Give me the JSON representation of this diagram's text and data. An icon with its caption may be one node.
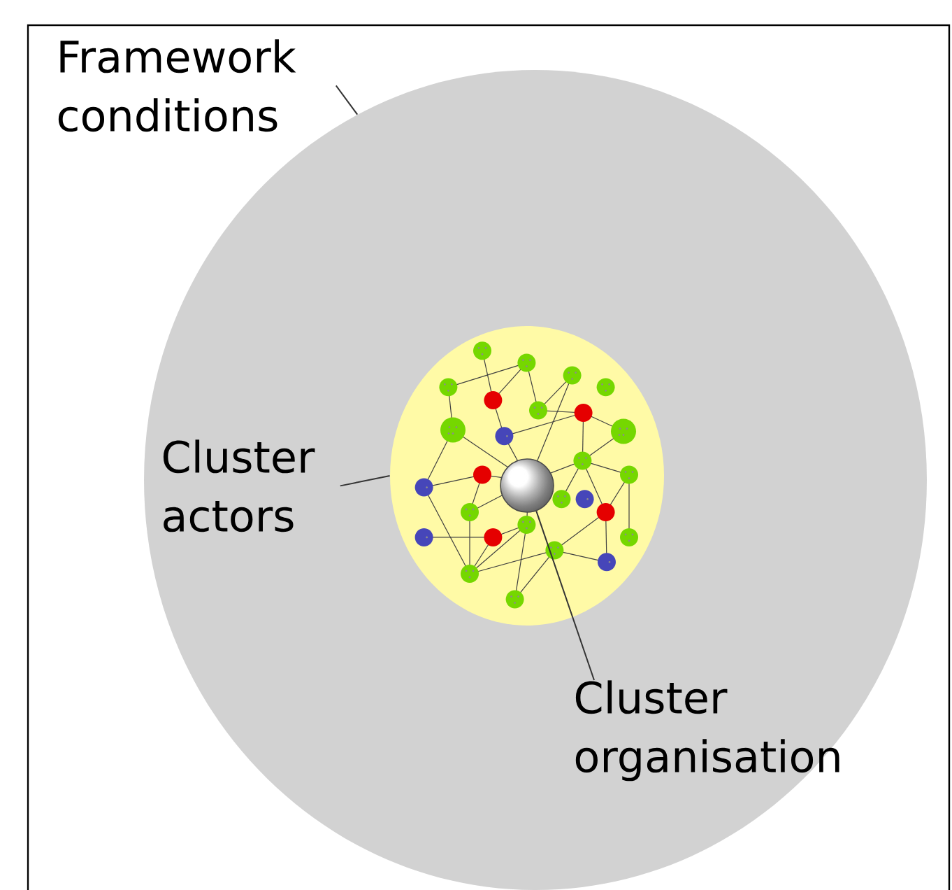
{
  "diagram": {
    "nodes": [
      {
        "text": [
          "Framework conditions"
        ]
      },
      {
        "text": [],
        "shape": "circle"
      },
      {
        "text": [
          "Cluster actors"
        ],
        "in": 1
      },
      {
        "text": [],
        "shape": "circle",
        "in": 1
      },
      {
        "text": [],
        "shape": "circle",
        "in": 3
      },
      {
        "text": [
          "Cluster organisation"
        ],
        "in": 1
      }
    ],
    "edges": [
      {
        "from": 0,
        "to": 1,
        "arrow": "none"
      },
      {
        "from": 2,
        "to": 3,
        "arrow": "none"
      },
      {
        "from": 5,
        "to": 4,
        "arrow": "none"
      }
    ]
  }
}
